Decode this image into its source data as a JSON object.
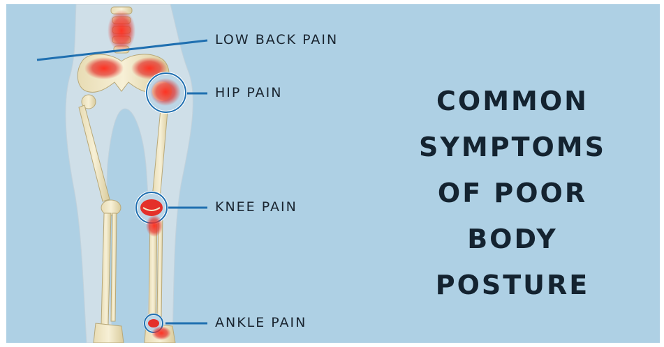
{
  "title_lines": [
    "COMMON",
    "SYMPTOMS",
    "OF POOR",
    "BODY",
    "POSTURE"
  ],
  "labels": {
    "low_back": "LOW BACK PAIN",
    "hip": "HIP PAIN",
    "knee": "KNEE PAIN",
    "ankle": "ANKLE PAIN"
  },
  "colors": {
    "background": "#aed0e4",
    "callout_line": "#1f6fb0",
    "pain_highlight": "#e4302a",
    "text": "#1a2530"
  }
}
